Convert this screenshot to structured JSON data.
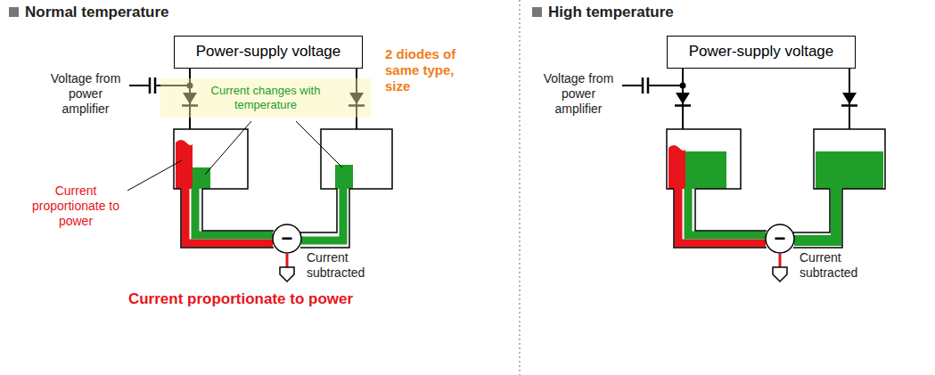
{
  "diagram": {
    "nodes": [
      {
        "text": [
          "Power-supply voltage"
        ]
      },
      {
        "text": [
          "Current changes with temperature"
        ]
      },
      {
        "text": [
          "−"
        ]
      },
      {
        "text": [
          "Power-supply voltage"
        ]
      },
      {
        "text": [
          "−"
        ]
      }
    ],
    "labels": [
      "Normal temperature",
      "Voltage from power amplifier",
      "2 diodes of same type, size",
      "Current proportionate to power",
      "Current subtracted",
      "Current proportionate to power",
      "High temperature",
      "Voltage from power amplifier",
      "Current subtracted"
    ]
  }
}
